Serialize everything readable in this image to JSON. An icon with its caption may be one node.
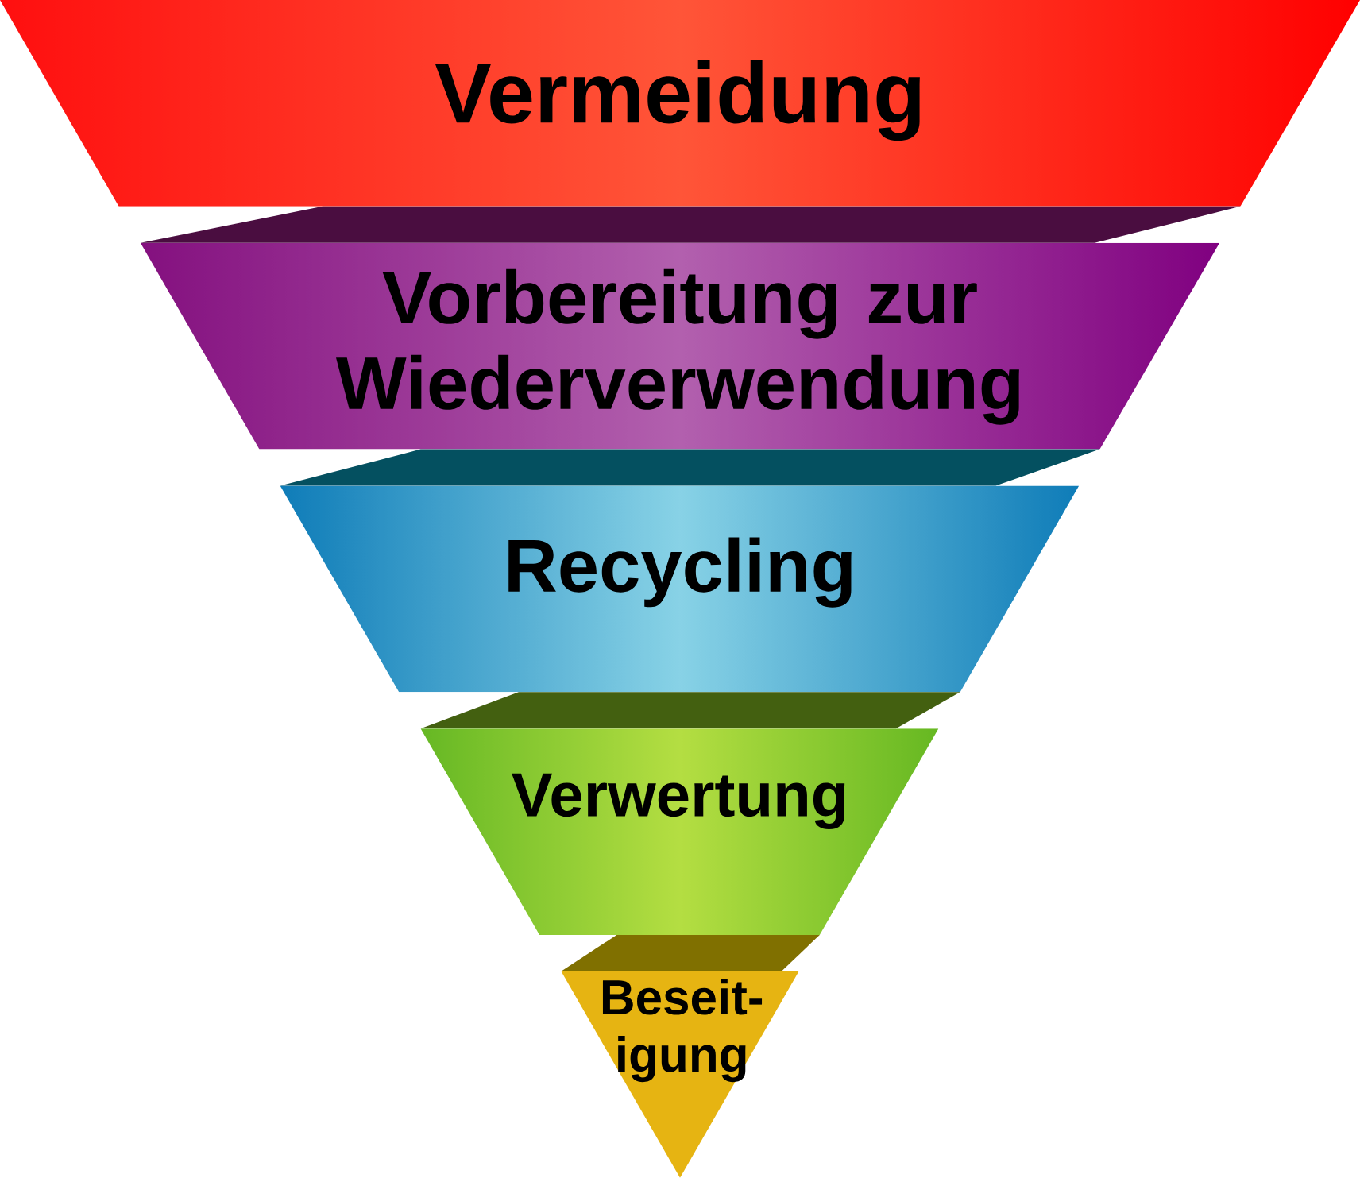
{
  "diagram": {
    "nodes": [
      {
        "text": [
          "Vermeidung"
        ]
      },
      {
        "text": [
          "Vorbereitung zur Wiederverwendung"
        ]
      },
      {
        "text": [
          "Recycling"
        ]
      },
      {
        "text": [
          "Verwertung"
        ]
      },
      {
        "text": [
          "Beseit- igung"
        ]
      }
    ]
  }
}
